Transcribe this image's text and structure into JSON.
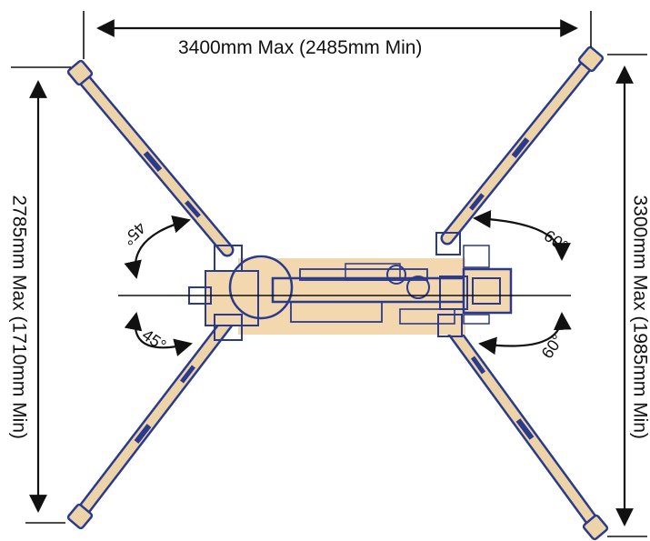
{
  "dimensions": {
    "top_width": "3400mm Max (2485mm Min)",
    "left_length": "2785mm Max (1710mm Min)",
    "right_length": "3300mm Max (1985mm Min)"
  },
  "angles": {
    "front_upper": "45°",
    "front_lower": "45°",
    "rear_upper": "60°",
    "rear_lower": "60°"
  },
  "colors": {
    "outline": "#2a3a8c",
    "body_fill": "#f3d7ae",
    "leg_fill": "#ecd3a8",
    "dimension_line": "#111111"
  }
}
